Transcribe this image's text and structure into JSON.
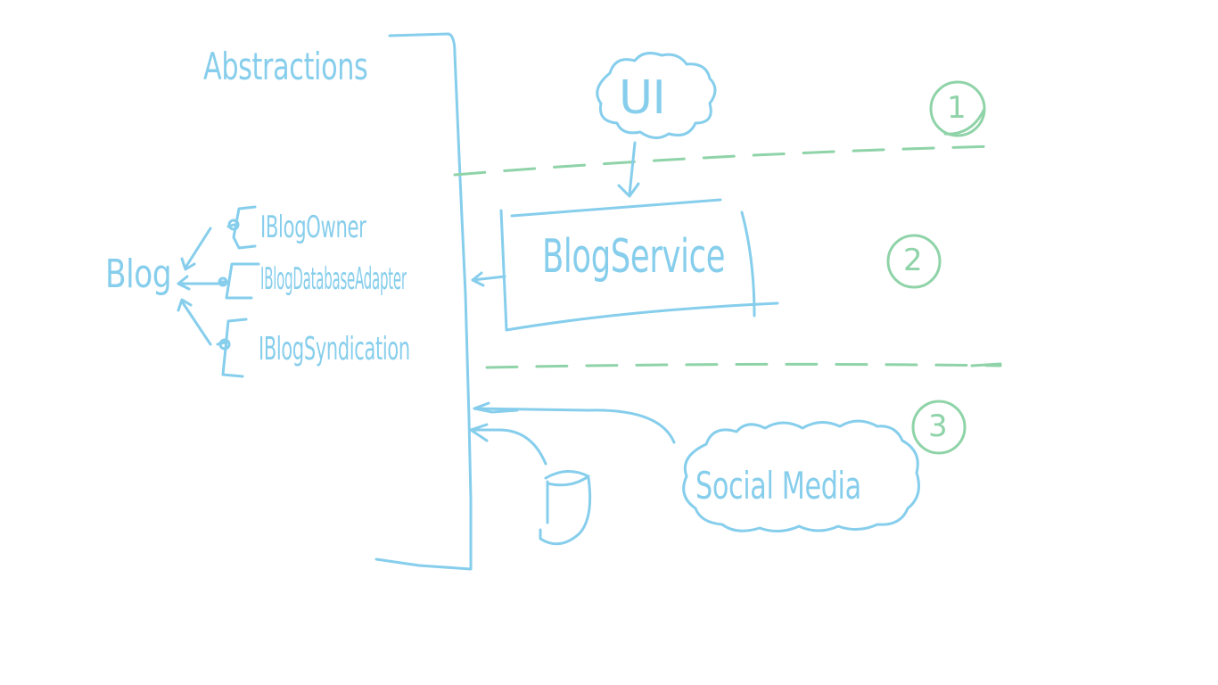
{
  "diagram": {
    "abstractions_label": "Abstractions",
    "blog_label": "Blog",
    "interfaces": [
      {
        "label": "IBlogOwner"
      },
      {
        "label": "IBlogDatabaseAdapter"
      },
      {
        "label": "IBlogSyndication"
      }
    ],
    "ui_label": "UI",
    "service_label": "BlogService",
    "social_label": "Social Media",
    "layer_numbers": [
      "1",
      "2",
      "3"
    ],
    "colors": {
      "ink_blue": "#86ceec",
      "ink_green": "#8fd3a8",
      "background": "#ffffff"
    }
  }
}
